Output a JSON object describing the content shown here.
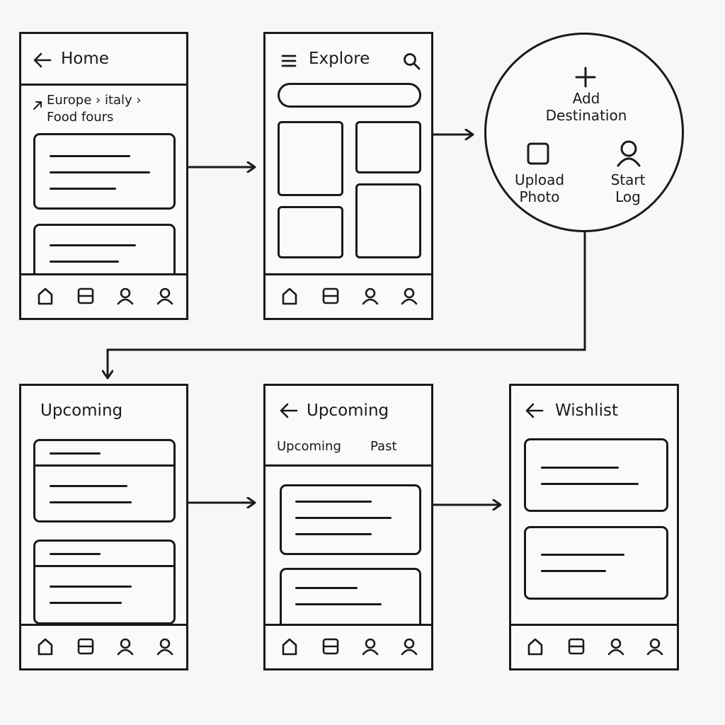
{
  "screens": {
    "home": {
      "title": "Home",
      "breadcrumb_line1": "Europe › italy ›",
      "breadcrumb_line2": "Food fours"
    },
    "explore": {
      "title": "Explore"
    },
    "quick_actions": {
      "add_label": "Add Destination",
      "upload_label": "Upload Photo",
      "log_label": "Start Log"
    },
    "upcoming": {
      "title": "Upcoming"
    },
    "upcoming_tabs": {
      "title": "Upcoming",
      "tab_upcoming": "Upcoming",
      "tab_past": "Past"
    },
    "wishlist": {
      "title": "Wishlist"
    }
  },
  "icons": {
    "back": "arrow-left-icon",
    "menu": "hamburger-menu-icon",
    "search": "search-icon",
    "plus": "plus-icon",
    "upload": "square-photo-icon",
    "log": "person-icon",
    "nav": [
      "home-icon",
      "bookmark-icon",
      "profile-icon",
      "account-icon"
    ]
  },
  "colors": {
    "ink": "#1a1a1a",
    "paper": "#f7f7f5"
  }
}
